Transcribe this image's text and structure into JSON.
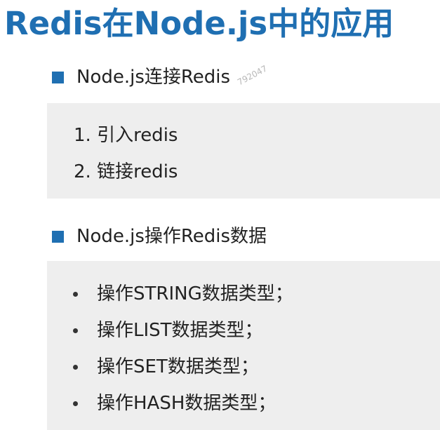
{
  "title": "Redis在Node.js中的应用",
  "watermark": "792047",
  "sections": [
    {
      "heading": "Node.js连接Redis",
      "items": [
        "1. 引入redis",
        "2. 链接redis"
      ]
    },
    {
      "heading": "Node.js操作Redis数据",
      "items": [
        "操作STRING数据类型；",
        "操作LIST数据类型；",
        "操作SET数据类型；",
        "操作HASH数据类型；"
      ]
    }
  ]
}
